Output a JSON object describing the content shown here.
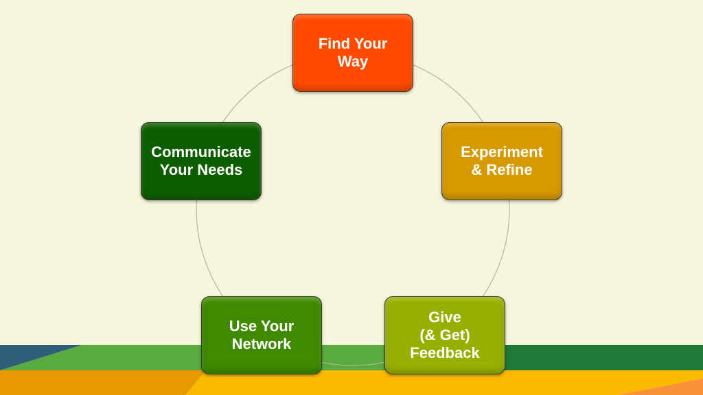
{
  "diagram": {
    "type": "cycle",
    "nodes": [
      {
        "id": "find",
        "label": "Find Your\nWay",
        "color": "#ff4a00"
      },
      {
        "id": "experiment",
        "label": "Experiment\n& Refine",
        "color": "#d69a00"
      },
      {
        "id": "feedback",
        "label": "Give\n(& Get)\nFeedback",
        "color": "#97b000"
      },
      {
        "id": "network",
        "label": "Use Your\nNetwork",
        "color": "#3f8a00"
      },
      {
        "id": "communicate",
        "label": "Communicate\nYour Needs",
        "color": "#0d5e00"
      }
    ]
  },
  "theme": {
    "background": "#f8f5dd",
    "ring_color": "#b5b29c",
    "bottom_band": {
      "dark_blue": "#2f5f78",
      "green": "#5aab3f",
      "dark_green": "#1f7a3a",
      "orange": "#e79a00",
      "yellow": "#fbb900",
      "light_orange": "#f8913a"
    }
  }
}
